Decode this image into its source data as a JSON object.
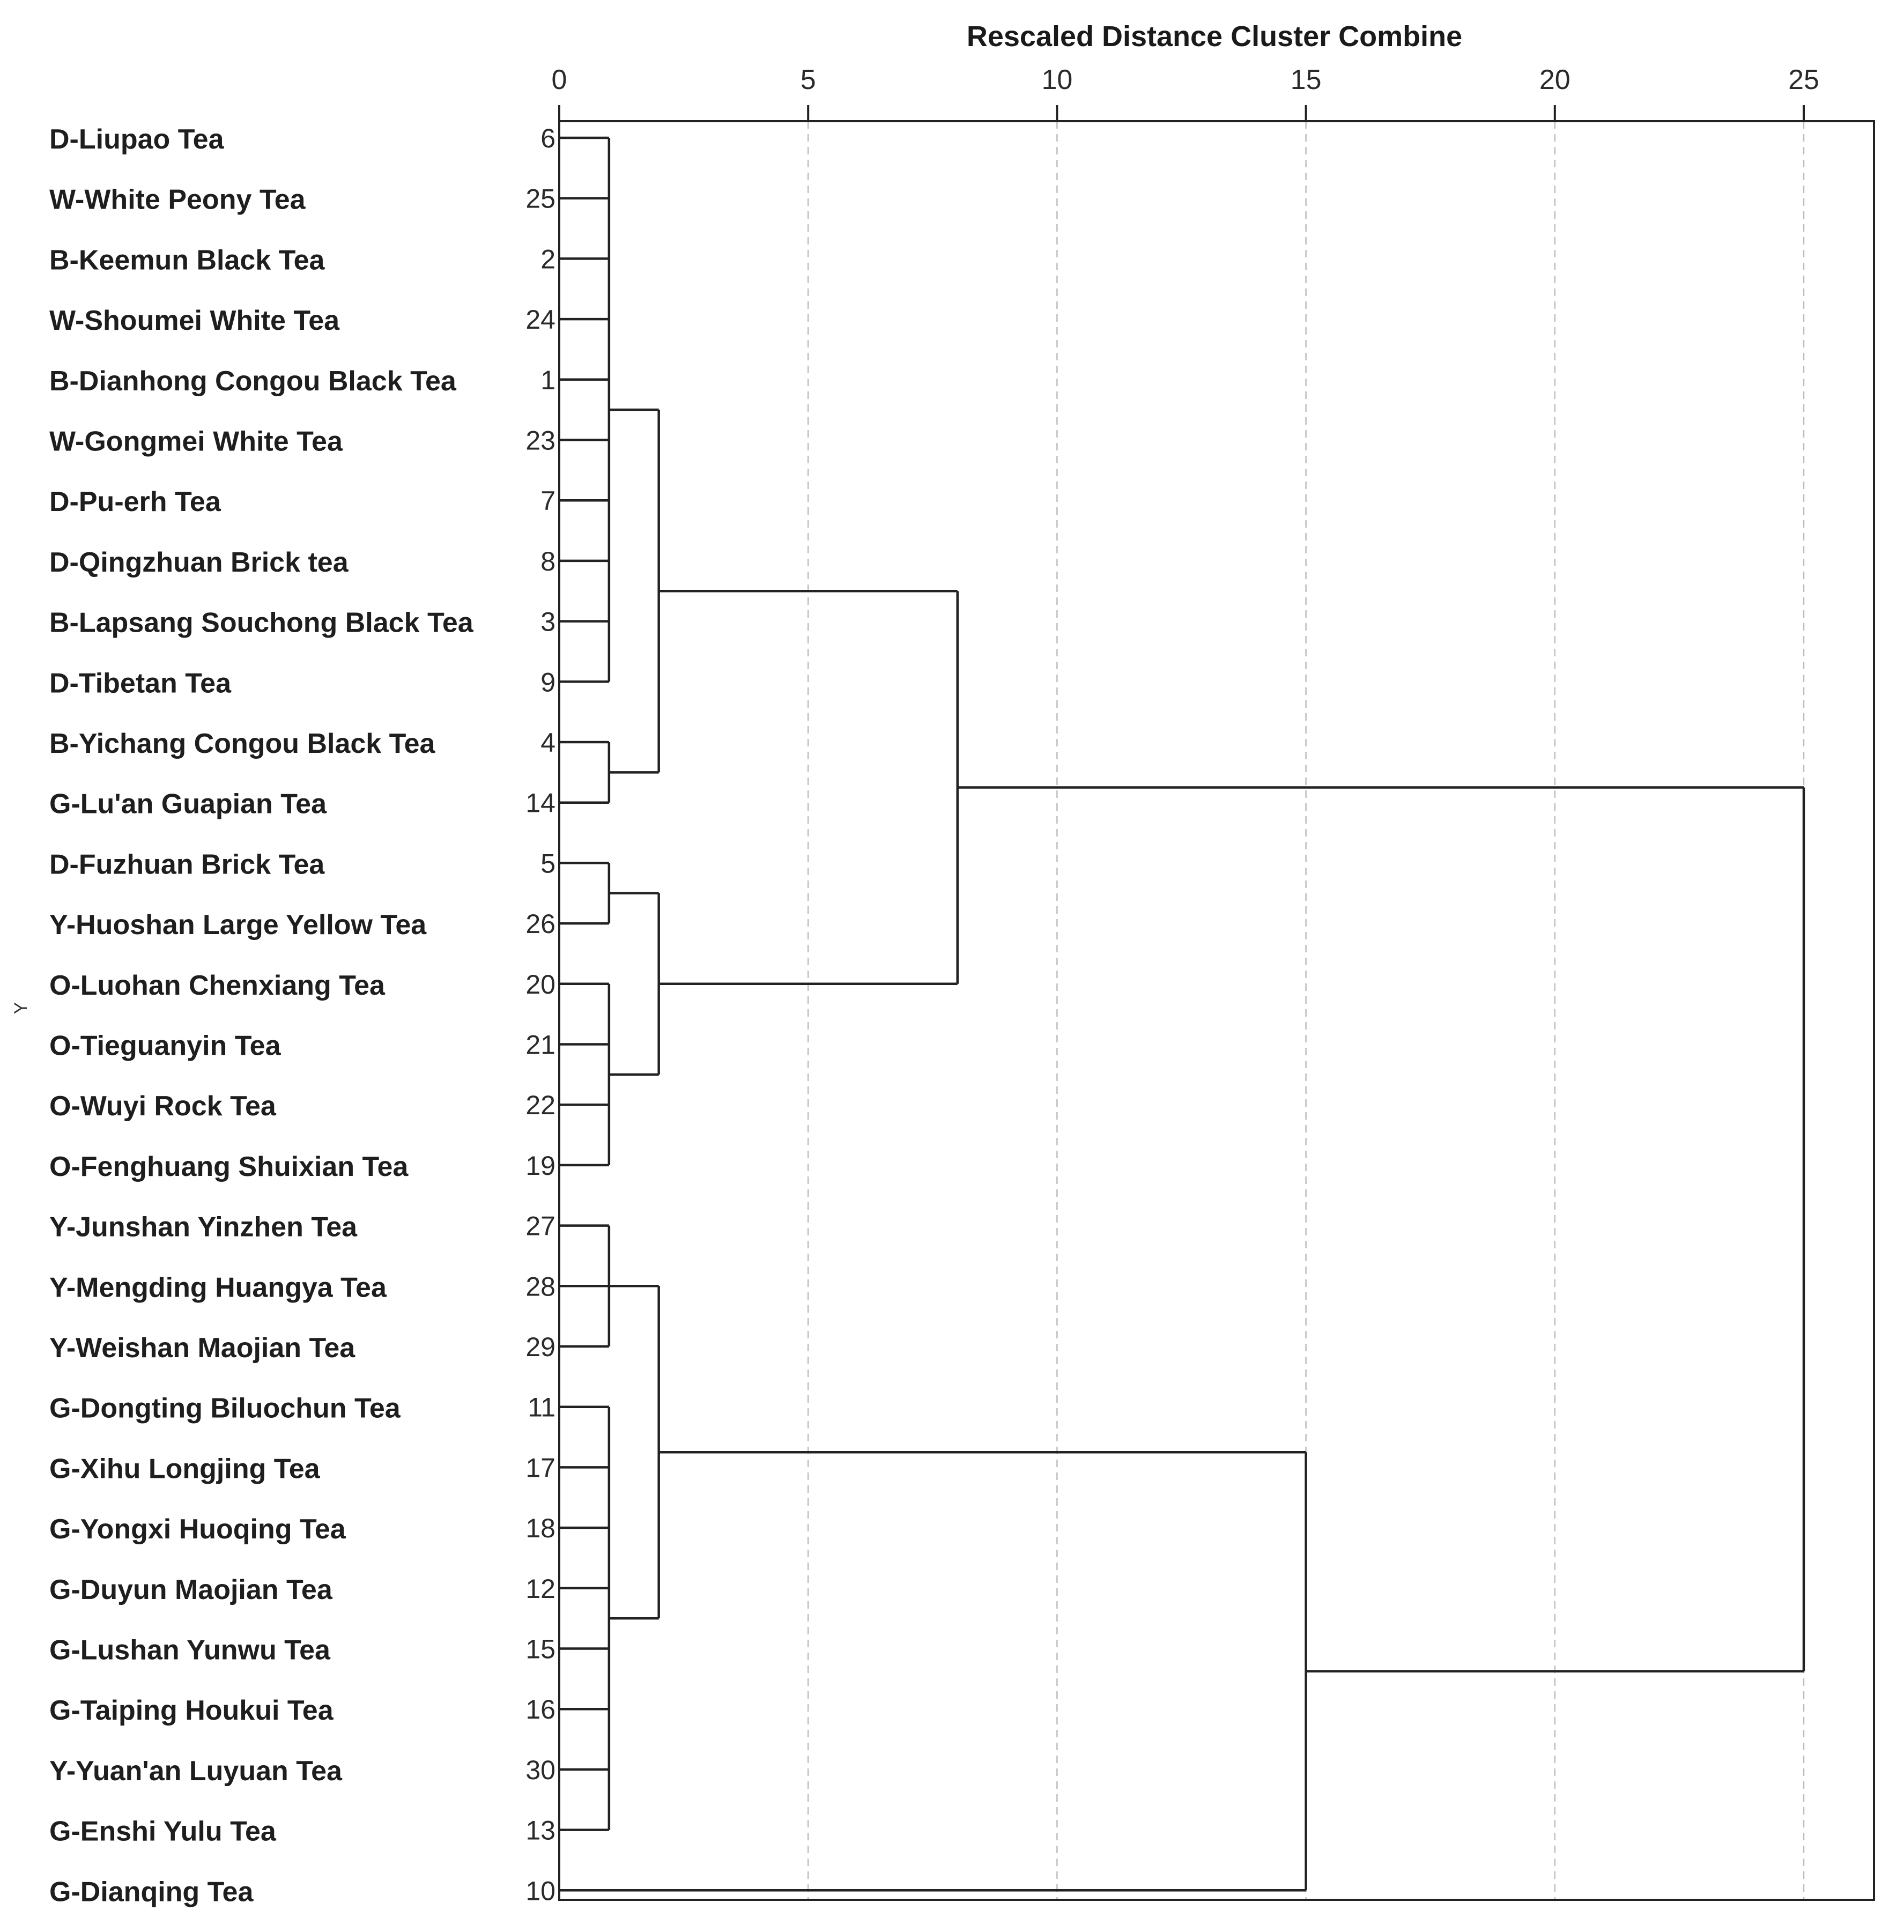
{
  "chart_data": {
    "type": "dendrogram",
    "xlabel": "Rescaled Distance Cluster Combine",
    "ylabel": "Y",
    "xlim": [
      0,
      25
    ],
    "x_ticks": [
      "0",
      "5",
      "10",
      "15",
      "20",
      "25"
    ],
    "grid": true,
    "leaves": [
      {
        "name": "D-Liupao Tea",
        "id": "6"
      },
      {
        "name": "W-White Peony Tea",
        "id": "25"
      },
      {
        "name": "B-Keemun Black Tea",
        "id": "2"
      },
      {
        "name": "W-Shoumei White Tea",
        "id": "24"
      },
      {
        "name": "B-Dianhong Congou Black Tea",
        "id": "1"
      },
      {
        "name": "W-Gongmei White Tea",
        "id": "23"
      },
      {
        "name": "D-Pu-erh Tea",
        "id": "7"
      },
      {
        "name": "D-Qingzhuan Brick tea",
        "id": "8"
      },
      {
        "name": "B-Lapsang Souchong Black Tea",
        "id": "3"
      },
      {
        "name": "D-Tibetan Tea",
        "id": "9"
      },
      {
        "name": "B-Yichang Congou Black Tea",
        "id": "4"
      },
      {
        "name": "G-Lu'an Guapian Tea",
        "id": "14"
      },
      {
        "name": "D-Fuzhuan Brick Tea",
        "id": "5"
      },
      {
        "name": "Y-Huoshan Large Yellow Tea",
        "id": "26"
      },
      {
        "name": "O-Luohan Chenxiang Tea",
        "id": "20"
      },
      {
        "name": "O-Tieguanyin Tea",
        "id": "21"
      },
      {
        "name": "O-Wuyi Rock Tea",
        "id": "22"
      },
      {
        "name": "O-Fenghuang Shuixian Tea",
        "id": "19"
      },
      {
        "name": "Y-Junshan Yinzhen Tea",
        "id": "27"
      },
      {
        "name": "Y-Mengding Huangya Tea",
        "id": "28"
      },
      {
        "name": "Y-Weishan Maojian Tea",
        "id": "29"
      },
      {
        "name": "G-Dongting Biluochun Tea",
        "id": "11"
      },
      {
        "name": "G-Xihu Longjing Tea",
        "id": "17"
      },
      {
        "name": "G-Yongxi Huoqing Tea",
        "id": "18"
      },
      {
        "name": "G-Duyun Maojian Tea",
        "id": "12"
      },
      {
        "name": "G-Lushan Yunwu Tea",
        "id": "15"
      },
      {
        "name": "G-Taiping Houkui Tea",
        "id": "16"
      },
      {
        "name": "Y-Yuan'an Luyuan Tea",
        "id": "30"
      },
      {
        "name": "G-Enshi Yulu Tea",
        "id": "13"
      },
      {
        "name": "G-Dianqing Tea",
        "id": "10"
      }
    ],
    "merges": [
      {
        "label": "A",
        "height": 1,
        "children": [
          "6",
          "25",
          "2",
          "24",
          "1",
          "23",
          "7",
          "8",
          "3",
          "9"
        ]
      },
      {
        "label": "B",
        "height": 1,
        "children": [
          "4",
          "14"
        ]
      },
      {
        "label": "C",
        "height": 1,
        "children": [
          "5",
          "26"
        ]
      },
      {
        "label": "D",
        "height": 1,
        "children": [
          "20",
          "21",
          "22",
          "19"
        ]
      },
      {
        "label": "E",
        "height": 1,
        "children": [
          "27",
          "28",
          "29"
        ]
      },
      {
        "label": "F",
        "height": 1,
        "children": [
          "11",
          "17",
          "18",
          "12",
          "15",
          "16",
          "30",
          "13"
        ]
      },
      {
        "label": "G",
        "height": 2,
        "children": [
          "A",
          "B"
        ]
      },
      {
        "label": "H",
        "height": 2,
        "children": [
          "C",
          "D"
        ]
      },
      {
        "label": "I",
        "height": 2,
        "children": [
          "E",
          "F"
        ]
      },
      {
        "label": "J",
        "height": 8,
        "children": [
          "G",
          "H"
        ]
      },
      {
        "label": "K",
        "height": 15,
        "children": [
          "I",
          "10"
        ]
      },
      {
        "label": "L",
        "height": 25,
        "children": [
          "J",
          "K"
        ]
      }
    ]
  }
}
